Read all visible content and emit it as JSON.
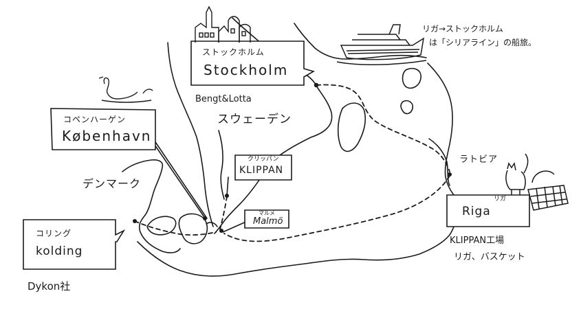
{
  "map": {
    "stockholm": {
      "jp": "ストックホルム",
      "en": "Stockholm"
    },
    "bengt_lotta": "Bengt&Lotta",
    "sweden": "スウェーデン",
    "copenhagen": {
      "jp": "コペンハーゲン",
      "en": "København"
    },
    "klippan": {
      "jp": "クリッパン",
      "en": "KLIPPAN"
    },
    "malmo": {
      "jp": "マルメ",
      "en": "Malmö"
    },
    "denmark": "デンマーク",
    "kolding": {
      "jp": "コリング",
      "en": "kolding"
    },
    "dykon": "Dykon社",
    "latvia": "ラトビア",
    "riga": {
      "jp": "リガ",
      "en": "Riga"
    },
    "klippan_factory": "KLIPPAN工場",
    "riga_basket": "リガ、バスケット",
    "ferry_note_line1": "リガ→ストックホルム",
    "ferry_note_line2": "は「シリアライン」の船旅。"
  },
  "icons": [
    "city-skyline-icon",
    "swan-icon",
    "ferry-ship-icon",
    "cat-icon",
    "picnic-basket-icon"
  ]
}
